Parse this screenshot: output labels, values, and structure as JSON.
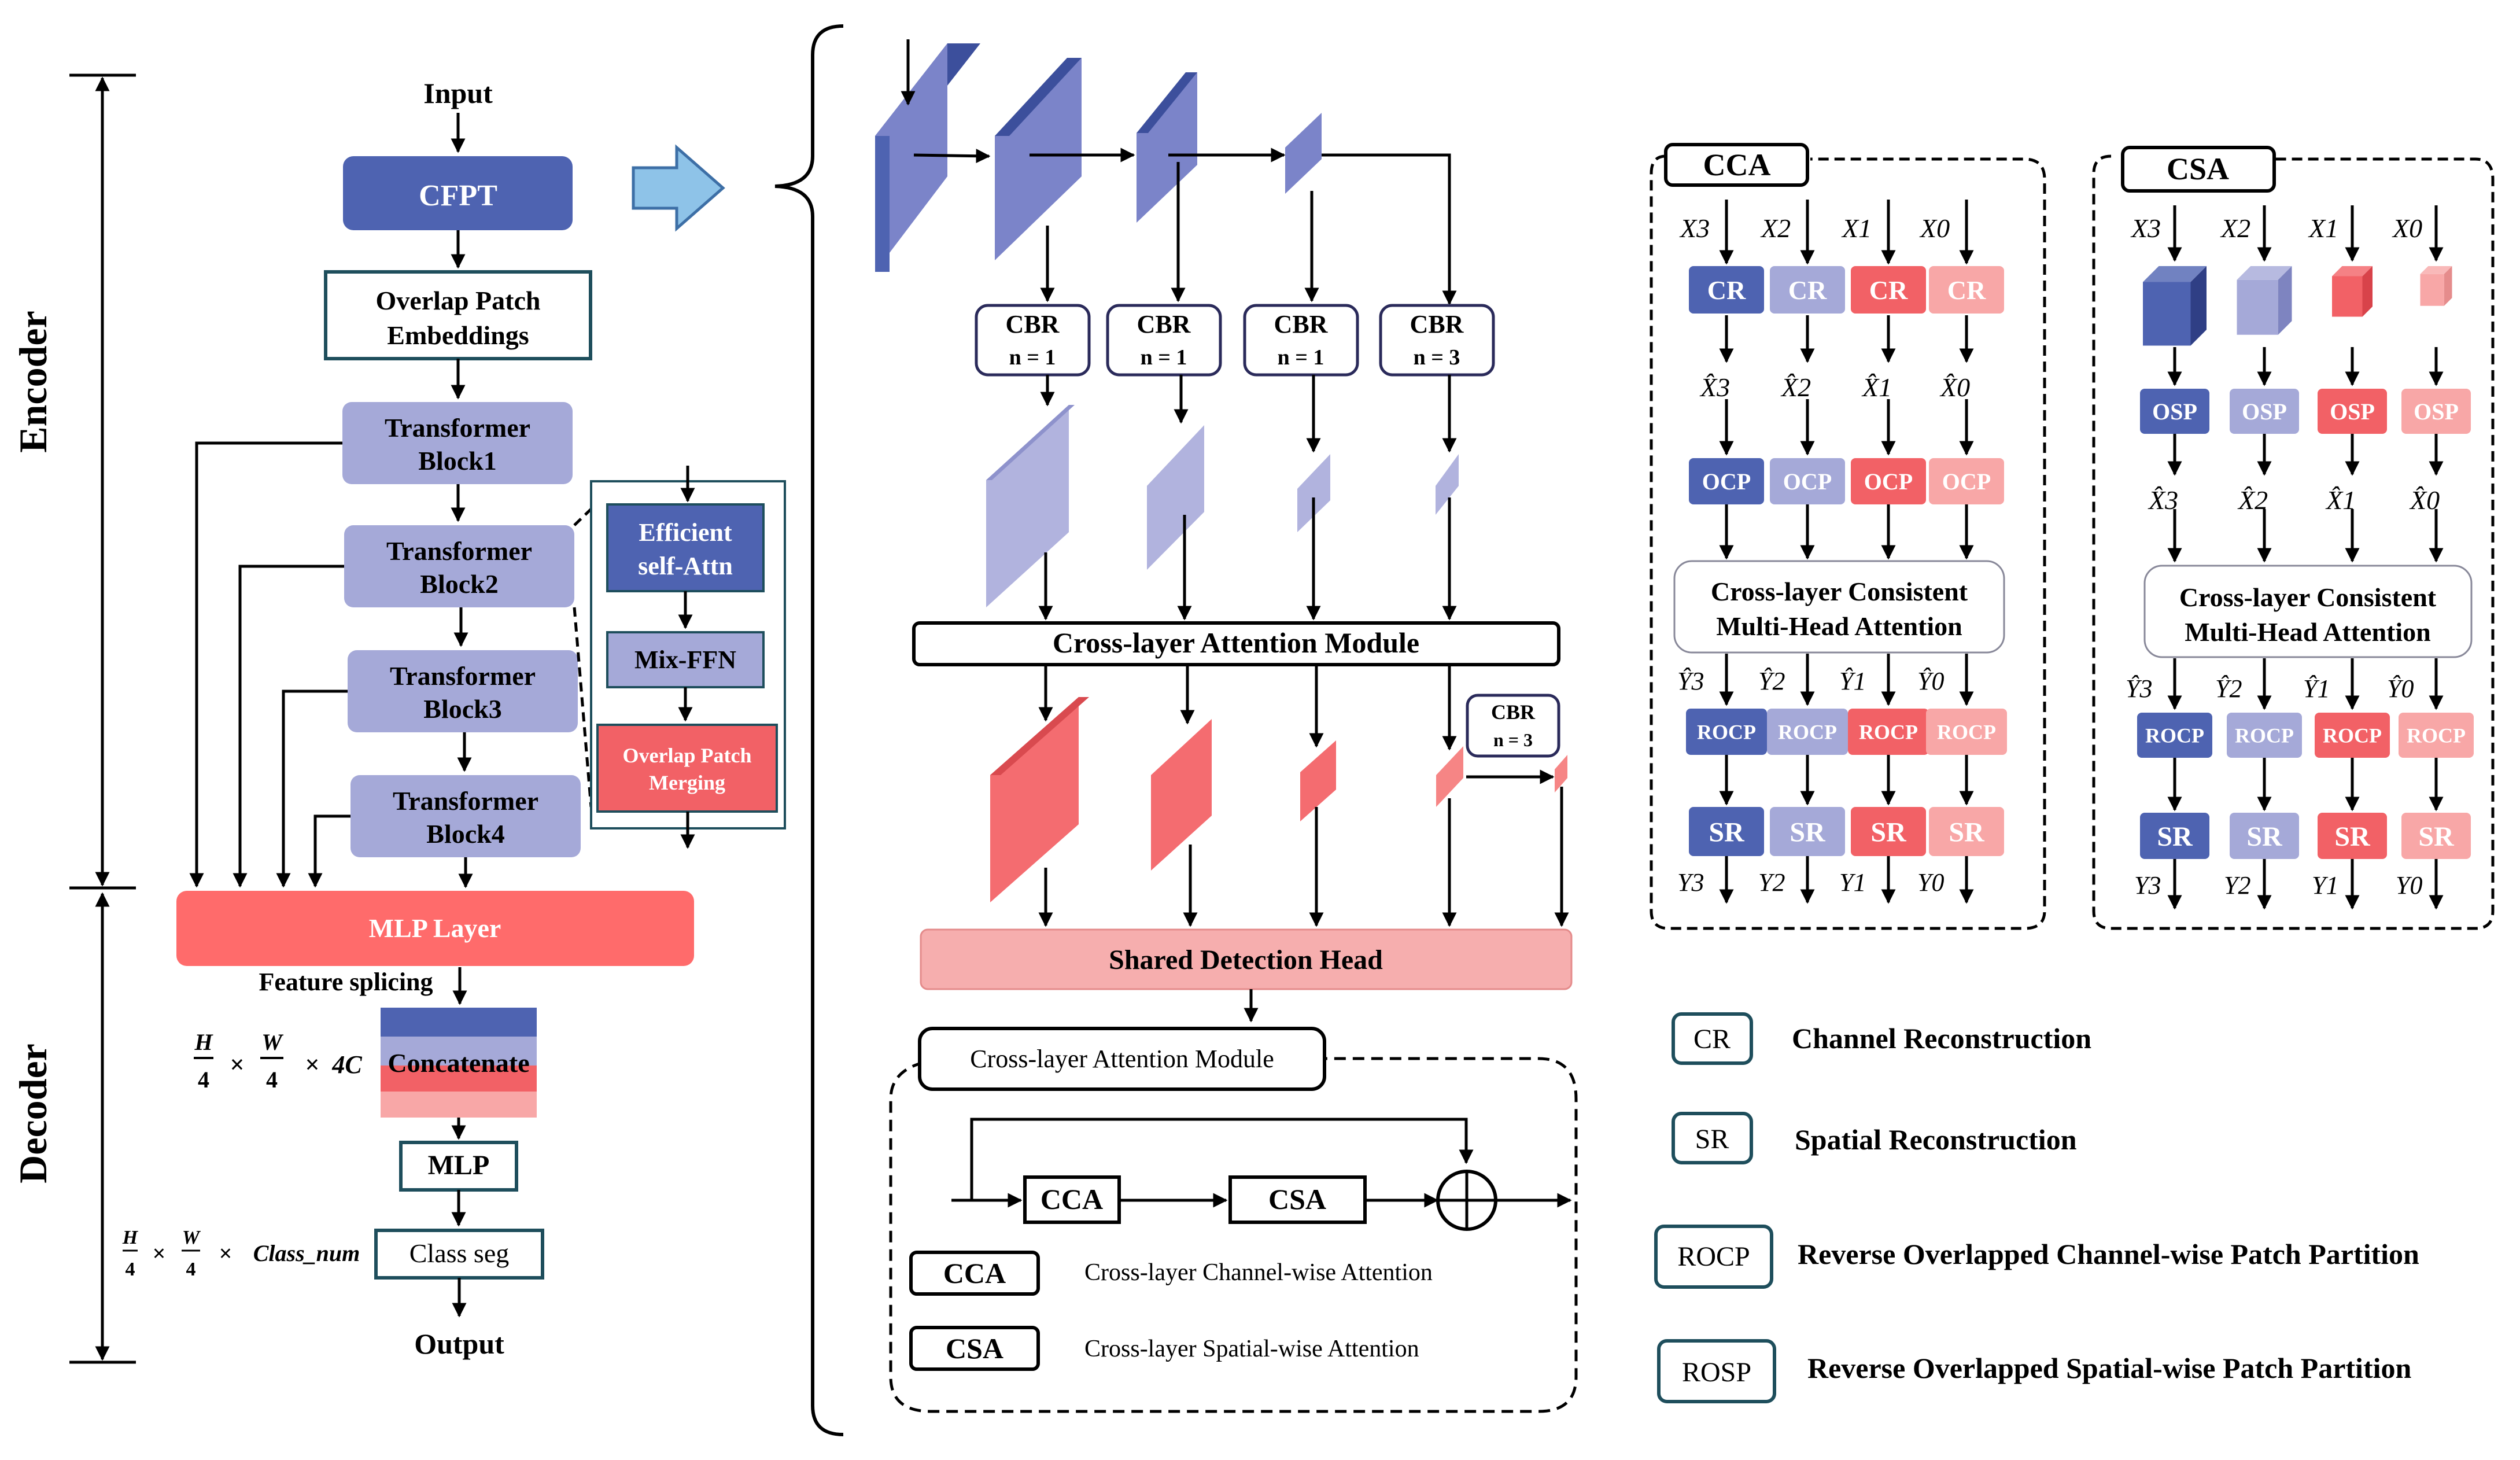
{
  "encoder": {
    "side_label": "Encoder",
    "input": "Input",
    "cfpt": "CFPT",
    "overlap_patch_line1": "Overlap Patch",
    "overlap_patch_line2": "Embeddings",
    "blocks": [
      {
        "line1": "Transformer",
        "line2": "Block1"
      },
      {
        "line1": "Transformer",
        "line2": "Block2"
      },
      {
        "line1": "Transformer",
        "line2": "Block3"
      },
      {
        "line1": "Transformer",
        "line2": "Block4"
      }
    ],
    "detail_efficient_line1": "Efficient",
    "detail_efficient_line2": "self-Attn",
    "detail_mixffn": "Mix-FFN",
    "detail_merge_line1": "Overlap Patch",
    "detail_merge_line2": "Merging"
  },
  "decoder": {
    "side_label": "Decoder",
    "mlp_layer": "MLP Layer",
    "feature_splicing": "Feature splicing",
    "concatenate": "Concatenate",
    "dim1": "H/4 × W/4 × 4C",
    "mlp": "MLP",
    "dim2": "H/4 × W/4 × Class_num",
    "class_seg": "Class seg",
    "output": "Output"
  },
  "cfpt_detail": {
    "cbr": [
      {
        "label": "CBR",
        "n": "n = 1"
      },
      {
        "label": "CBR",
        "n": "n = 1"
      },
      {
        "label": "CBR",
        "n": "n = 1"
      },
      {
        "label": "CBR",
        "n": "n = 3"
      }
    ],
    "cross_layer_module": "Cross-layer Attention Module",
    "cbr_extra": {
      "label": "CBR",
      "n": "n = 3"
    },
    "shared_head": "Shared Detection Head",
    "module_box_title": "Cross-layer Attention Module",
    "cca": "CCA",
    "csa": "CSA",
    "legend": [
      {
        "abbr": "CCA",
        "text": "Cross-layer Channel-wise Attention"
      },
      {
        "abbr": "CSA",
        "text": "Cross-layer Spatial-wise Attention"
      }
    ]
  },
  "cca_panel": {
    "title": "CCA",
    "x_labels": [
      "X3",
      "X2",
      "X1",
      "X0"
    ],
    "cr": [
      "CR",
      "CR",
      "CR",
      "CR"
    ],
    "xhat_labels": [
      "X̂3",
      "X̂2",
      "X̂1",
      "X̂0"
    ],
    "ocp": [
      "OCP",
      "OCP",
      "OCP",
      "OCP"
    ],
    "attn_line1": "Cross-layer Consistent",
    "attn_line2": "Multi-Head Attention",
    "yhat_labels": [
      "Ŷ3",
      "Ŷ2",
      "Ŷ1",
      "Ŷ0"
    ],
    "rocp": [
      "ROCP",
      "ROCP",
      "ROCP",
      "ROCP"
    ],
    "sr": [
      "SR",
      "SR",
      "SR",
      "SR"
    ],
    "y_labels": [
      "Y3",
      "Y2",
      "Y1",
      "Y0"
    ]
  },
  "csa_panel": {
    "title": "CSA",
    "x_labels": [
      "X3",
      "X2",
      "X1",
      "X0"
    ],
    "osp": [
      "OSP",
      "OSP",
      "OSP",
      "OSP"
    ],
    "xhat_labels": [
      "X̂3",
      "X̂2",
      "X̂1",
      "X̂0"
    ],
    "attn_line1": "Cross-layer Consistent",
    "attn_line2": "Multi-Head Attention",
    "yhat_labels": [
      "Ŷ3",
      "Ŷ2",
      "Ŷ1",
      "Ŷ0"
    ],
    "rocp": [
      "ROCP",
      "ROCP",
      "ROCP",
      "ROCP"
    ],
    "sr": [
      "SR",
      "SR",
      "SR",
      "SR"
    ],
    "y_labels": [
      "Y3",
      "Y2",
      "Y1",
      "Y0"
    ]
  },
  "legend": [
    {
      "abbr": "CR",
      "text": "Channel Reconstruction"
    },
    {
      "abbr": "SR",
      "text": "Spatial Reconstruction"
    },
    {
      "abbr": "ROCP",
      "text": "Reverse Overlapped Channel-wise Patch Partition"
    },
    {
      "abbr": "ROSP",
      "text": "Reverse Overlapped Spatial-wise Patch Partition"
    }
  ],
  "colors": {
    "dark_blue": "#4E63B1",
    "light_blue": "#A5A9D8",
    "red": "#F26166",
    "pink": "#F8A7A7",
    "mlp_red": "#FF6B6B",
    "shared_head": "#F6AEAE"
  }
}
